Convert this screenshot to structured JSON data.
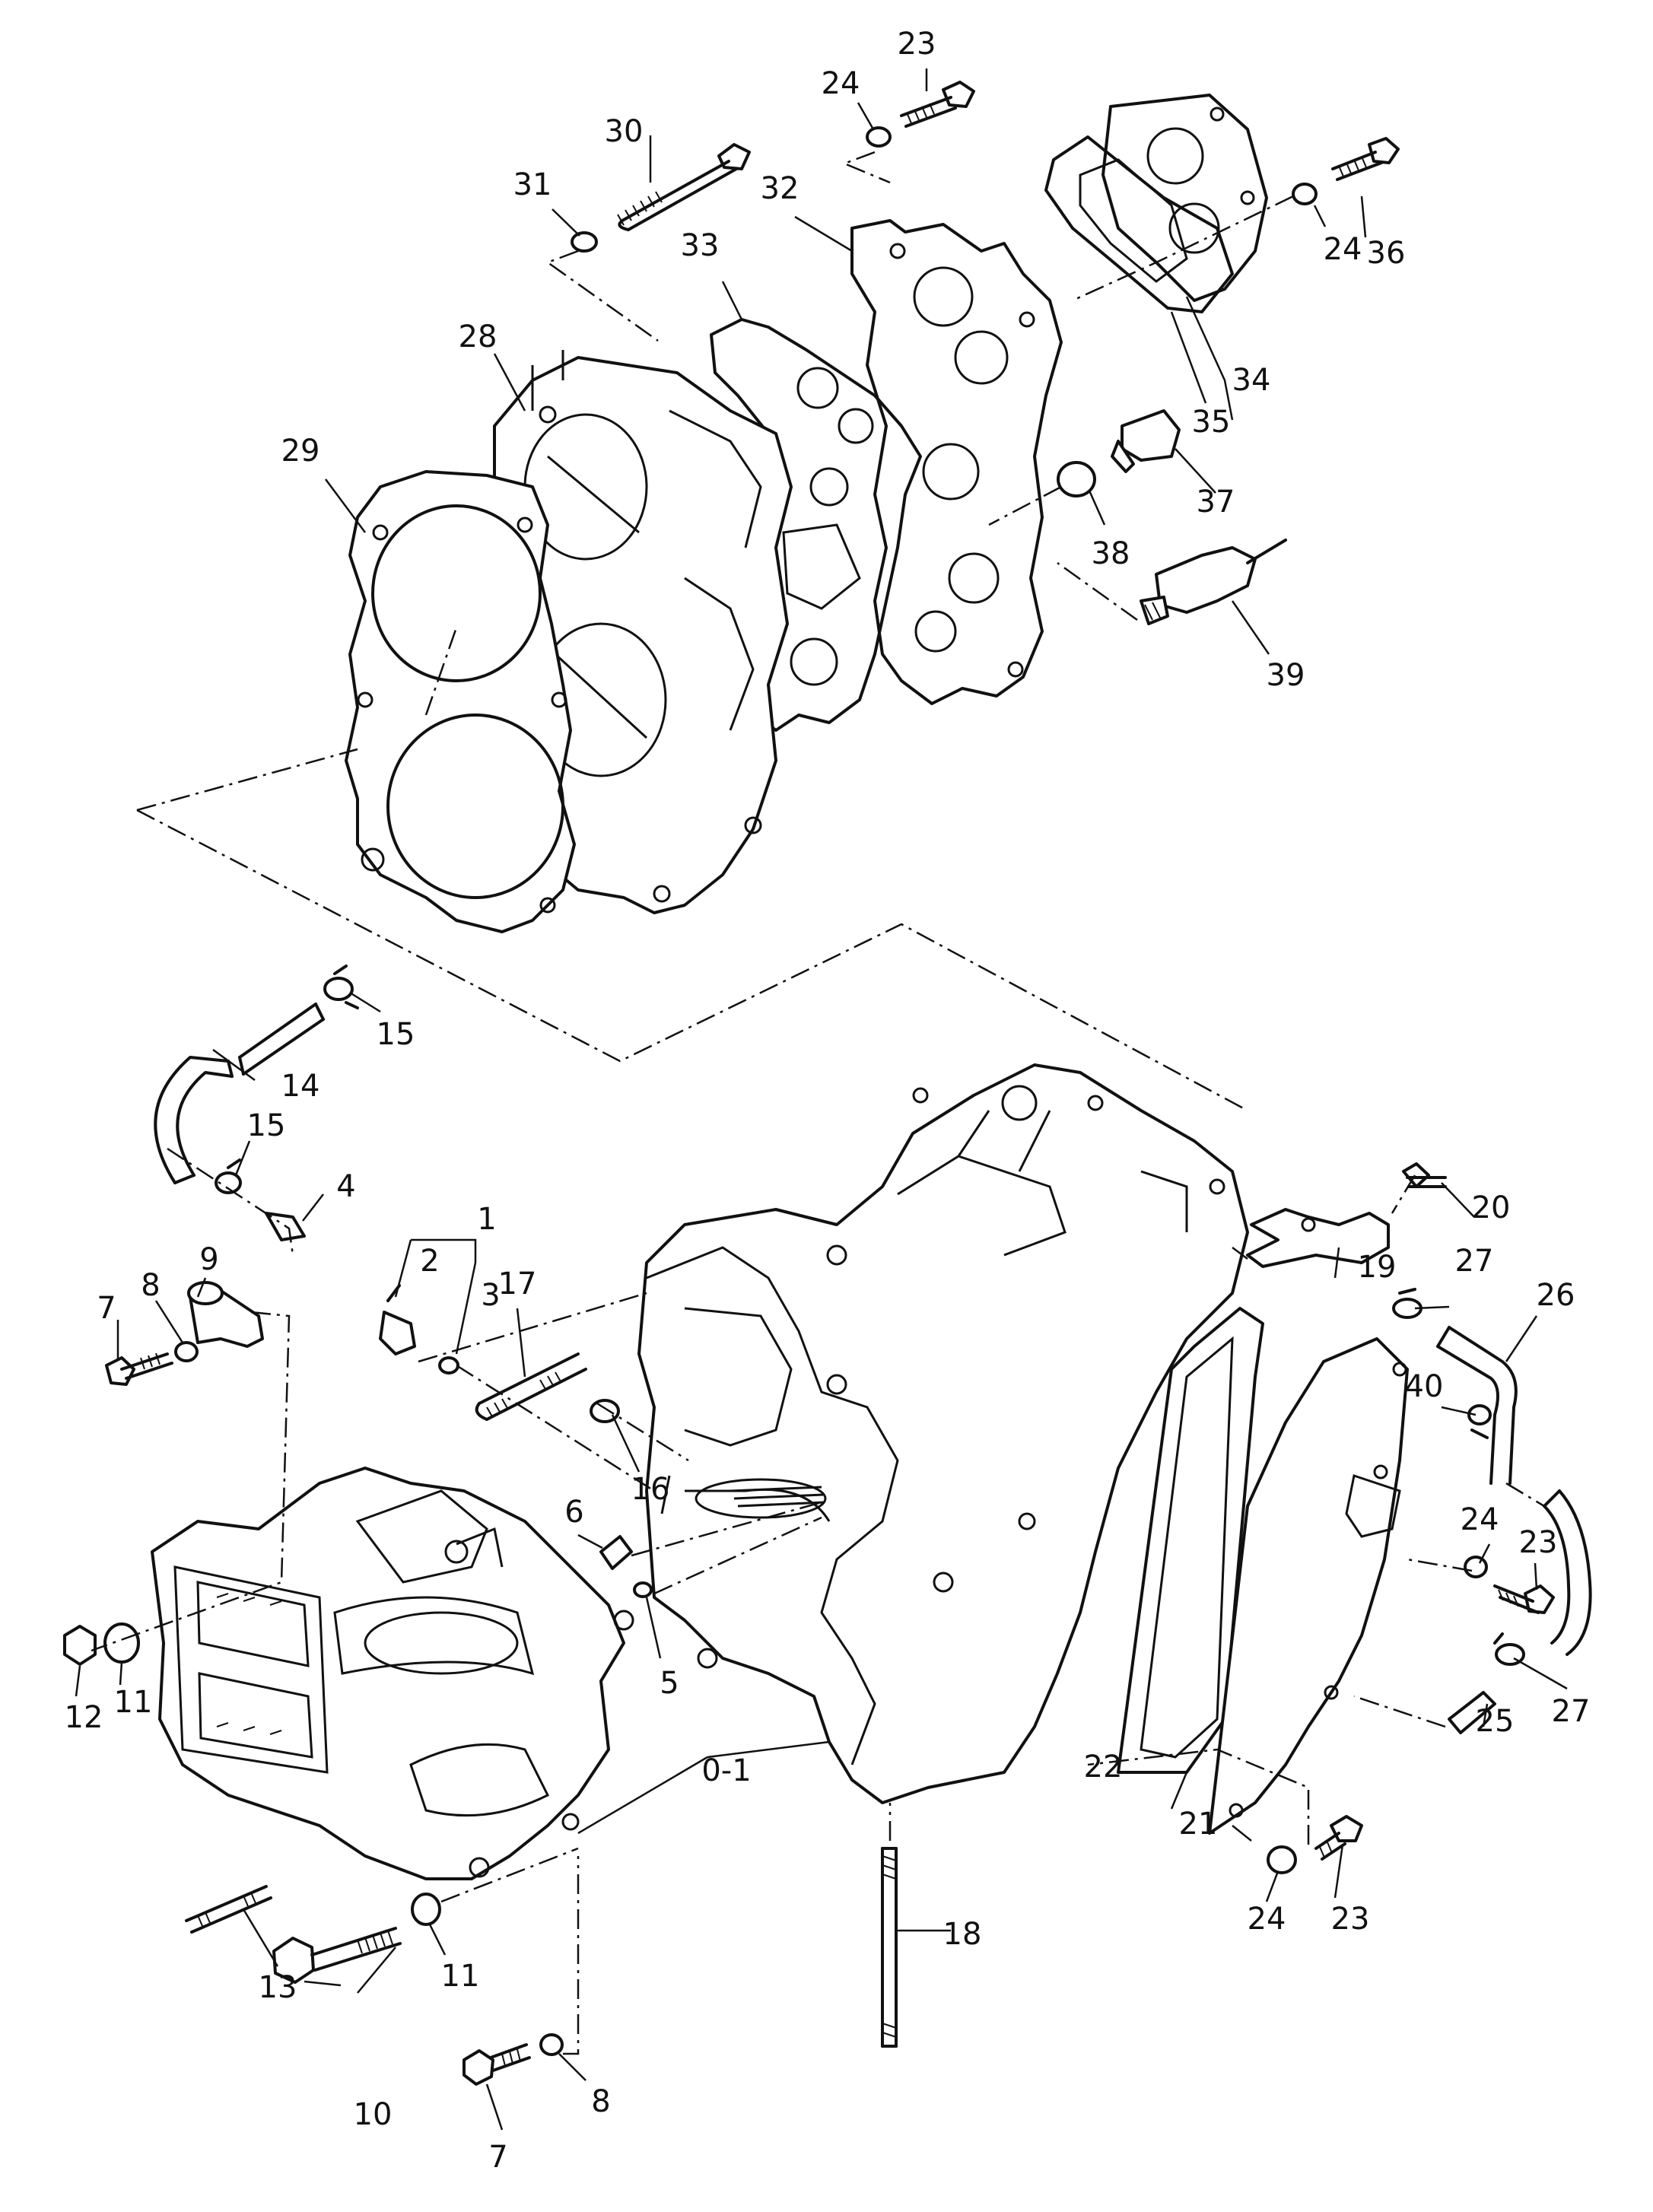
{
  "diagram": {
    "callouts": [
      {
        "id": "c0-1",
        "label": "0-1"
      },
      {
        "id": "c1",
        "label": "1"
      },
      {
        "id": "c2",
        "label": "2"
      },
      {
        "id": "c3",
        "label": "3"
      },
      {
        "id": "c4",
        "label": "4"
      },
      {
        "id": "c5",
        "label": "5"
      },
      {
        "id": "c6",
        "label": "6"
      },
      {
        "id": "c7a",
        "label": "7"
      },
      {
        "id": "c7b",
        "label": "7"
      },
      {
        "id": "c8a",
        "label": "8"
      },
      {
        "id": "c8b",
        "label": "8"
      },
      {
        "id": "c9",
        "label": "9"
      },
      {
        "id": "c10",
        "label": "10"
      },
      {
        "id": "c11a",
        "label": "11"
      },
      {
        "id": "c11b",
        "label": "11"
      },
      {
        "id": "c12",
        "label": "12"
      },
      {
        "id": "c13",
        "label": "13"
      },
      {
        "id": "c14",
        "label": "14"
      },
      {
        "id": "c15a",
        "label": "15"
      },
      {
        "id": "c15b",
        "label": "15"
      },
      {
        "id": "c16",
        "label": "16"
      },
      {
        "id": "c17",
        "label": "17"
      },
      {
        "id": "c18",
        "label": "18"
      },
      {
        "id": "c19",
        "label": "19"
      },
      {
        "id": "c20",
        "label": "20"
      },
      {
        "id": "c21",
        "label": "21"
      },
      {
        "id": "c22",
        "label": "22"
      },
      {
        "id": "c23a",
        "label": "23"
      },
      {
        "id": "c23b",
        "label": "23"
      },
      {
        "id": "c23c",
        "label": "23"
      },
      {
        "id": "c24a",
        "label": "24"
      },
      {
        "id": "c24b",
        "label": "24"
      },
      {
        "id": "c24c",
        "label": "24"
      },
      {
        "id": "c24d",
        "label": "24"
      },
      {
        "id": "c25",
        "label": "25"
      },
      {
        "id": "c26",
        "label": "26"
      },
      {
        "id": "c27a",
        "label": "27"
      },
      {
        "id": "c27b",
        "label": "27"
      },
      {
        "id": "c28",
        "label": "28"
      },
      {
        "id": "c29",
        "label": "29"
      },
      {
        "id": "c30",
        "label": "30"
      },
      {
        "id": "c31",
        "label": "31"
      },
      {
        "id": "c32",
        "label": "32"
      },
      {
        "id": "c33",
        "label": "33"
      },
      {
        "id": "c34",
        "label": "34"
      },
      {
        "id": "c35",
        "label": "35"
      },
      {
        "id": "c36",
        "label": "36"
      },
      {
        "id": "c37",
        "label": "37"
      },
      {
        "id": "c38",
        "label": "38"
      },
      {
        "id": "c39",
        "label": "39"
      },
      {
        "id": "c40",
        "label": "40"
      }
    ]
  }
}
